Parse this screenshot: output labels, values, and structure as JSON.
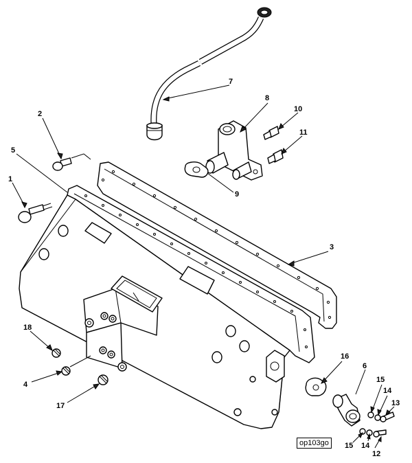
{
  "reference_code": "op103go",
  "callouts": [
    {
      "id": "c1",
      "label": "1"
    },
    {
      "id": "c2",
      "label": "2"
    },
    {
      "id": "c3",
      "label": "3"
    },
    {
      "id": "c4",
      "label": "4"
    },
    {
      "id": "c5",
      "label": "5"
    },
    {
      "id": "c6",
      "label": "6"
    },
    {
      "id": "c7",
      "label": "7"
    },
    {
      "id": "c8",
      "label": "8"
    },
    {
      "id": "c9",
      "label": "9"
    },
    {
      "id": "c10",
      "label": "10"
    },
    {
      "id": "c11",
      "label": "11"
    },
    {
      "id": "c12",
      "label": "12"
    },
    {
      "id": "c13",
      "label": "13"
    },
    {
      "id": "c14a",
      "label": "14"
    },
    {
      "id": "c14b",
      "label": "14"
    },
    {
      "id": "c15a",
      "label": "15"
    },
    {
      "id": "c15b",
      "label": "15"
    },
    {
      "id": "c16",
      "label": "16"
    },
    {
      "id": "c17",
      "label": "17"
    },
    {
      "id": "c18",
      "label": "18"
    }
  ]
}
